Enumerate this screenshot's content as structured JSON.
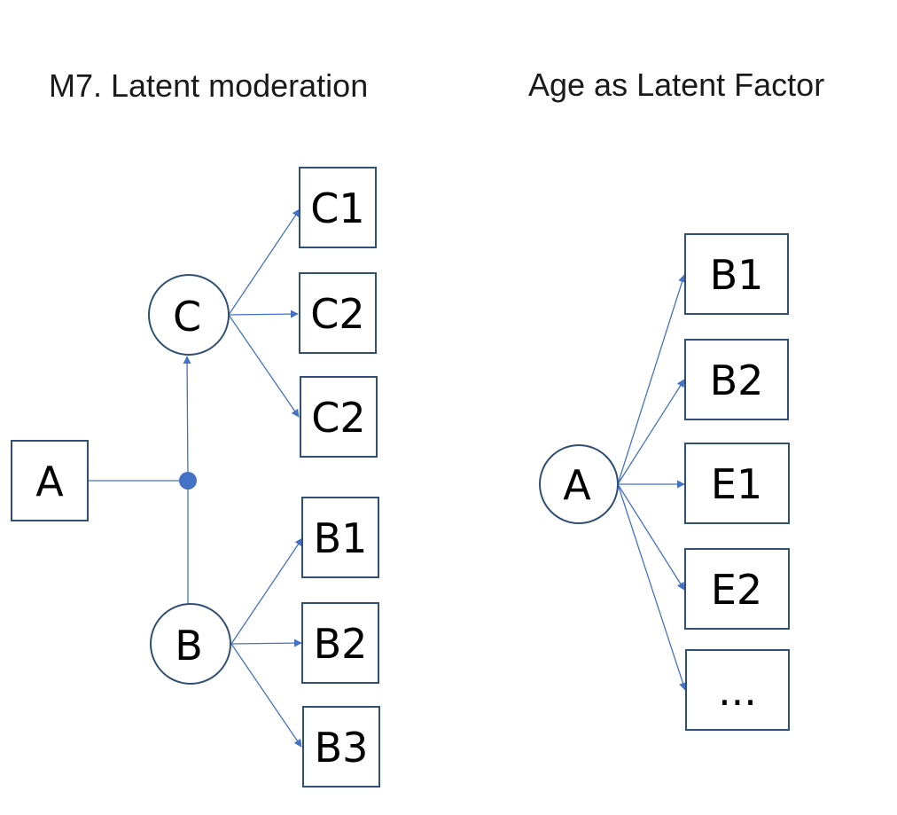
{
  "colors": {
    "edge": "#4472c4",
    "node_border": "#2f4f74",
    "background": "#ffffff"
  },
  "left": {
    "title": "M7. Latent moderation",
    "nodes": {
      "A": "A",
      "C": "C",
      "B": "B",
      "C1": "C1",
      "C2a": "C2",
      "C2b": "C2",
      "B1": "B1",
      "B2": "B2",
      "B3": "B3"
    }
  },
  "right": {
    "title": "Age as Latent Factor",
    "nodes": {
      "A": "A",
      "B1": "B1",
      "B2": "B2",
      "E1": "E1",
      "E2": "E2",
      "more": "..."
    }
  }
}
